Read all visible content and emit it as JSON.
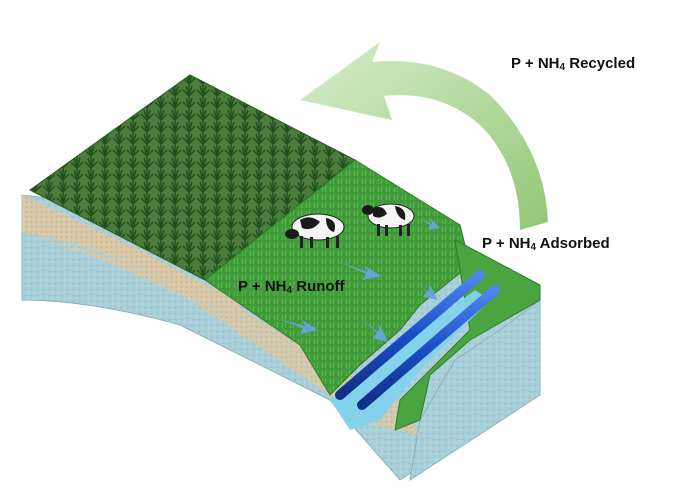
{
  "labels": {
    "recycled": {
      "prefix": "P + NH",
      "subscript": "4",
      "suffix": " Recycled"
    },
    "adsorbed": {
      "prefix": "P + NH",
      "subscript": "4",
      "suffix": "  Adsorbed"
    },
    "runoff": {
      "prefix": "P + NH",
      "subscript": "4",
      "suffix": " Runoff"
    }
  },
  "colors": {
    "water_block": "#a9cfd9",
    "soil": "#d8c7a6",
    "grass": "#3f9a3a",
    "crops": "#2f6b2a",
    "arrow_recycle": "#b9dca8",
    "flow_arrows": "#6aa3e6",
    "tubes": "#1b4fc8",
    "stream": "#7fd3ec"
  },
  "icons": [
    "cow-icon",
    "crop-field-icon",
    "filter-tube-icon",
    "flow-arrow-icon"
  ]
}
